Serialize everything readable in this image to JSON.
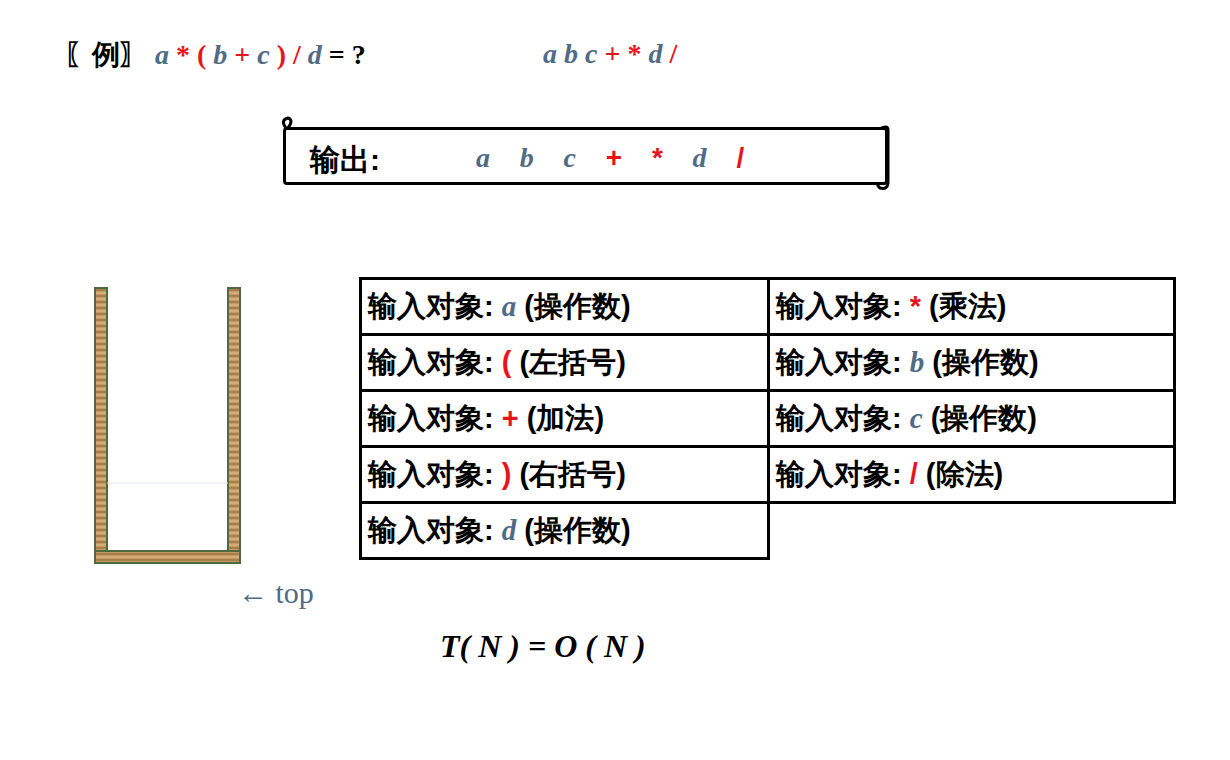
{
  "diagram": {
    "title": "〖例〗 a * ( b + c ) / d = ?",
    "nodes": [
      {
        "text": [
          "输出:",
          "a b c + * d /"
        ]
      }
    ],
    "labels": [
      "a b c + * d /",
      "输入对象: a (操作数)",
      "输入对象: * (乘法)",
      "输入对象: ( (左括号)",
      "输入对象: b (操作数)",
      "输入对象: + (加法)",
      "输入对象: c (操作数)",
      "输入对象: ) (右括号)",
      "输入对象: / (除法)",
      "输入对象: d (操作数)",
      "← top",
      "T( N ) = O ( N )"
    ]
  }
}
